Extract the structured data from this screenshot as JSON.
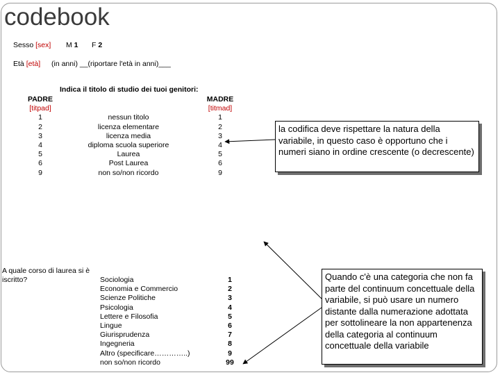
{
  "title": "codebook",
  "sex": {
    "label": "Sesso",
    "code": "[sex]",
    "m": "M",
    "m_val": "1",
    "f": "F",
    "f_val": "2"
  },
  "age": {
    "label": "Età",
    "code": "[età]",
    "text": "(in anni) __(riportare l'età in anni)___"
  },
  "parents": {
    "question": "Indica il titolo di studio dei tuoi genitori:",
    "father_label": "PADRE",
    "father_code": "[titpad]",
    "mother_label": "MADRE",
    "mother_code": "[titmad]",
    "codes": [
      "1",
      "2",
      "3",
      "4",
      "5",
      "6",
      "9"
    ],
    "options": [
      "nessun titolo",
      "licenza elementare",
      "licenza media",
      "diploma scuola superiore",
      "Laurea",
      "Post Laurea",
      "non so/non ricordo"
    ]
  },
  "note_order": "la codifica deve rispettare la natura della variabile, in questo caso è opportuno che i numeri siano in ordine crescente (o decrescente)",
  "degree": {
    "question": "A quale corso di laurea si è iscritto?",
    "options": [
      "Sociologia",
      "Economia e Commercio",
      "Scienze Politiche",
      "Psicologia",
      "Lettere e Filosofia",
      "Lingue",
      "Giurisprudenza",
      "Ingegneria",
      "Altro (specificare…………..)",
      "non so/non ricordo"
    ],
    "codes": [
      "1",
      "2",
      "3",
      "4",
      "5",
      "6",
      "7",
      "8",
      "9",
      "99"
    ]
  },
  "note_outside": "Quando c'è una categoria che non fa parte del continuum concettuale della variabile, si può usare un numero distante dalla numerazione adottata per sottolineare la non appartenenza della categoria al continuum concettuale della variabile"
}
